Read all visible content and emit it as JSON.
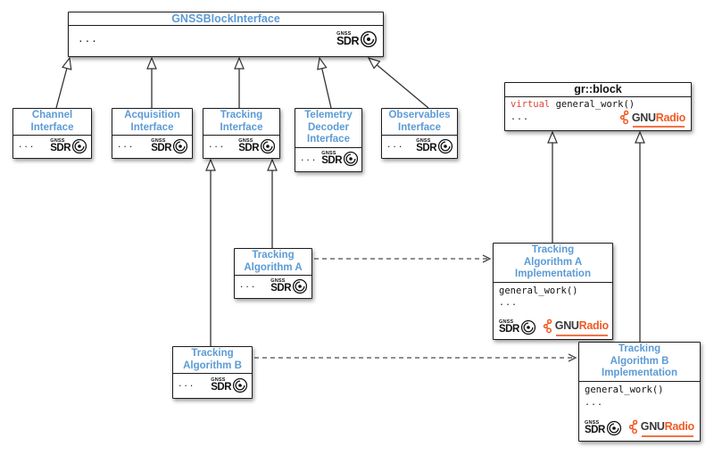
{
  "diagram": {
    "colors": {
      "title_blue": "#5b9bd5",
      "keyword_red": "#d9483b",
      "gnuradio_orange": "#f15a22",
      "line": "#333333"
    },
    "logos": {
      "gnss_sdr": {
        "top": "GNSS",
        "main": "SDR"
      },
      "gnuradio": {
        "gnu": "GNU",
        "radio": "Radio"
      }
    },
    "boxes": {
      "gnss_block_interface": {
        "title": "GNSSBlockInterface",
        "ellipsis": "..."
      },
      "channel_interface": {
        "lines": [
          "Channel",
          "Interface"
        ],
        "ellipsis": "..."
      },
      "acquisition_interface": {
        "lines": [
          "Acquisition",
          "Interface"
        ],
        "ellipsis": "..."
      },
      "tracking_interface": {
        "lines": [
          "Tracking",
          "Interface"
        ],
        "ellipsis": "..."
      },
      "telemetry_interface": {
        "lines": [
          "Telemetry",
          "Decoder",
          "Interface"
        ],
        "ellipsis": "..."
      },
      "observables_interface": {
        "lines": [
          "Observables",
          "Interface"
        ],
        "ellipsis": "..."
      },
      "gr_block": {
        "title": "gr::block",
        "keyword": "virtual",
        "method": " general_work()",
        "ellipsis": "..."
      },
      "tracking_algorithm_a": {
        "lines": [
          "Tracking",
          "Algorithm A"
        ],
        "ellipsis": "..."
      },
      "tracking_algorithm_b": {
        "lines": [
          "Tracking",
          "Algorithm B"
        ],
        "ellipsis": "..."
      },
      "tracking_algorithm_a_impl": {
        "lines": [
          "Tracking",
          "Algorithm A",
          "Implementation"
        ],
        "method": "general_work()",
        "ellipsis": "..."
      },
      "tracking_algorithm_b_impl": {
        "lines": [
          "Tracking",
          "Algorithm B",
          "Implementation"
        ],
        "method": "general_work()",
        "ellipsis": "..."
      }
    }
  }
}
